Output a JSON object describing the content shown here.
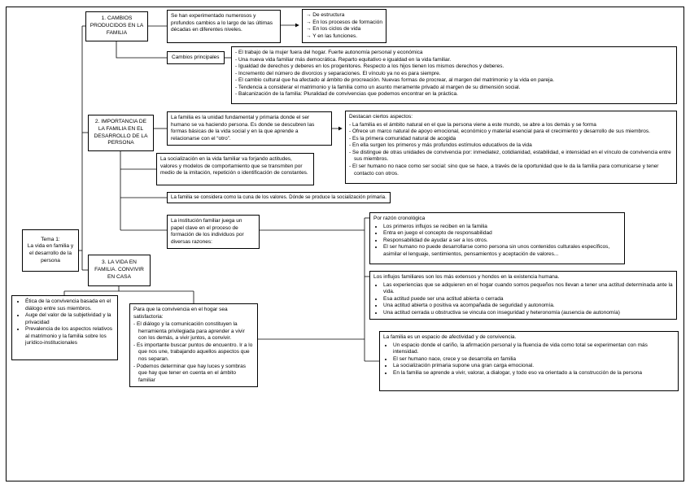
{
  "root": {
    "title": "Tema 1:",
    "body": "La vida en familia y el desarrollo de la persona"
  },
  "branch1": {
    "title": "1. CAMBIOS PRODUCIDOS EN LA FAMILIA",
    "intro": "Se han experimentado numerosos y profundos cambios a lo largo de las últimas décadas en diferentes niveles.",
    "levels": [
      "→ De estructura",
      "→ En los procesos de formación",
      "→ En los ciclos de vida",
      "→ Y en las funciones."
    ],
    "changes_label": "Cambios principales",
    "changes": [
      "El trabajo de la mujer fuera del hogar. Fuerte autonomía personal y económica",
      "Una nueva vida familiar más democrática. Reparto equitativo e igualdad en la vida familiar.",
      "Igualdad de derechos y deberes en los progenitores. Respecto a los hijos tienen los mismos derechos y deberes.",
      "Incremento del número de divorcios y separaciones. El vínculo ya no es para siempre.",
      "El cambio cultural que ha afectado al ámbito de procreación. Nuevas formas de procrear, al margen del matrimonio y la vida en pareja.",
      "Tendencia a considerar el matrimonio y la familia como un asunto meramente privado al margen de su dimensión social.",
      "Balcanización de la familia: Pluralidad de convivencias que podemos encontrar en la práctica."
    ]
  },
  "branch2": {
    "title": "2. IMPORTANCIA DE LA FAMILIA EN EL DESARROLLO DE LA PERSONA",
    "unit": "La familia es la unidad fundamental y primaria donde el ser humano se va haciendo persona. Es donde se descubren las formas básicas de la vida social y en la que aprende a relacionarse con el “otro”.",
    "aspects_title": "Destacan ciertos aspectos:",
    "aspects": [
      "La familia es el ámbito natural en el que la persona viene a este mundo, se abre a los demás y se forma",
      "Ofrece un marco natural de apoyo emocional, económico y material esencial para el crecimiento y desarrollo de sus miembros.",
      "Es la primera comunidad natural de acogida",
      "En ella surgen los primeros y más profundos estímulos educativos de la vida",
      "Se distingue de otras unidades de convivencia por: inmediatez, cotidianidad, estabilidad, e intensidad en el vínculo de convivencia entre sus miembros.",
      "El ser humano no nace como ser social: sino que se hace, a través de la oportunidad que le da la familia para comunicarse y tener contacto con otros."
    ],
    "socializacion": "La socialización en la vida familiar va forjando actitudes, valores y modelos de comportamiento que se transmiten por medio de la imitación, repetición o identificación de constantes.",
    "cuna": "La familia se considera como la cuna de los valores. Dónde se produce la socialización primaria.",
    "institucion": "La institución familiar juega un papel clave en el proceso de formación de los individuos por diversas razones:",
    "cronologica": {
      "title": "Por razón cronológica",
      "items": [
        "Los primeros influjos se reciben en la familia",
        "Entra en juego el concepto de responsabilidad",
        "Responsabilidad de ayudar a ser a los otros.",
        "El ser humano no puede desarrollarse como persona sin unos contenidos culturales específicos, asimilar el lenguaje, sentimientos, pensamientos y aceptación de valores..."
      ]
    },
    "influjos": {
      "title": "Los influjos familiares son los más extensos y hondos en la existencia humana.",
      "items": [
        "Las experiencias que se adquieren en el hogar cuando somos pequeños nos llevan a tener una actitud determinada ante la vida.",
        "Esa actitud puede ser una actitud abierta o cerrada",
        "Una actitud abierta o positiva va acompañada de seguridad y autonomía.",
        "Una actitud cerrada u obstructiva se vincula con inseguridad y heteronomía (ausencia de autonomía)"
      ]
    },
    "afectividad": {
      "title": "La familia es un espacio de afectividad y de convivencia.",
      "items": [
        "Un espacio donde el cariño, la afirmación personal y la fluencia de vida como total se experimentan con más intensidad.",
        "El ser humano nace, crece y se desarrolla en familia",
        "La socialización primaria supone una gran carga emocional.",
        "En la familia se aprende a vivir, valorar, a dialogar, y todo eso va orientado a la construcción de la persona"
      ]
    }
  },
  "branch3": {
    "title": "3. LA VIDA EN FAMILIA. CONVIVIR EN CASA",
    "etica_items": [
      "Ética de la convivencia basada en el diálogo entre sus miembros.",
      "Auge del valor de la subjetividad y la privacidad",
      "Prevalencia de los aspectos relativos al matrimonio y la familia sobre los jurídico-institucionales"
    ],
    "convivencia_title": "Para que la convivencia en el hogar sea satisfactoria:",
    "convivencia_items": [
      "El diálogo y la comunicación constituyen la herramienta privilegiada para aprender a vivir con los demás, a vivir juntos, a convivir.",
      "Es importante buscar puntos de encuentro. Ir a lo que nos une, trabajando aquellos aspectos que nos separan.",
      "Podemos determinar que hay luces y sombras que hay que tener en cuenta en el ámbito familiar"
    ]
  }
}
